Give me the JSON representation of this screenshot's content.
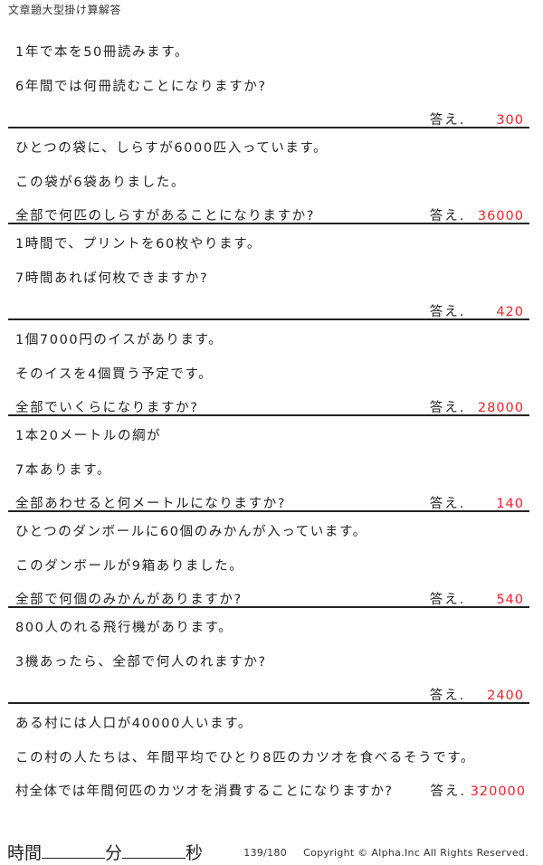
{
  "header": {
    "title": "文章題大型掛け算解答"
  },
  "answer_label": "答え.",
  "problems": [
    {
      "lines": [
        "1年で本を50冊読みます。",
        "6年間では何冊読むことになりますか?"
      ],
      "answer": "300"
    },
    {
      "lines": [
        "ひとつの袋に、しらすが6000匹入っています。",
        "この袋が6袋ありました。",
        "全部で何匹のしらすがあることになりますか?"
      ],
      "answer": "36000"
    },
    {
      "lines": [
        "1時間で、プリントを60枚やります。",
        "7時間あれば何枚できますか?"
      ],
      "answer": "420"
    },
    {
      "lines": [
        "1個7000円のイスがあります。",
        "そのイスを4個買う予定です。",
        "全部でいくらになりますか?"
      ],
      "answer": "28000"
    },
    {
      "lines": [
        "1本20メートルの綱が",
        "7本あります。",
        "全部あわせると何メートルになりますか?"
      ],
      "answer": "140"
    },
    {
      "lines": [
        "ひとつのダンボールに60個のみかんが入っています。",
        "このダンボールが9箱ありました。",
        "全部で何個のみかんがありますか?"
      ],
      "answer": "540"
    },
    {
      "lines": [
        "800人のれる飛行機があります。",
        "3機あったら、全部で何人のれますか?"
      ],
      "answer": "2400"
    },
    {
      "lines": [
        "ある村には人口が40000人います。",
        "この村の人たちは、年間平均でひとり8匹のカツオを食べるそうです。",
        "村全体では年間何匹のカツオを消費することになりますか?"
      ],
      "answer": "320000"
    }
  ],
  "footer": {
    "time_label": "時間",
    "minutes_label": "分",
    "seconds_label": "秒",
    "page": "139/180",
    "copyright": "Copyright © Alpha.Inc All Rights Reserved."
  }
}
